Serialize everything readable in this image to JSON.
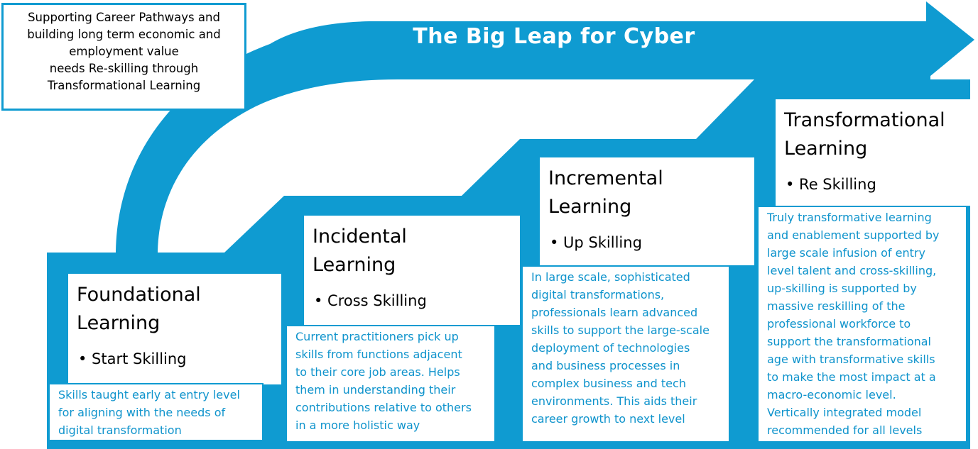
{
  "banner": {
    "title": "The Big Leap for Cyber"
  },
  "callout": {
    "lines": [
      "Supporting Career Pathways and",
      "building long term economic and",
      "employment value",
      "needs Re-skilling through",
      "Transformational Learning"
    ]
  },
  "stages": [
    {
      "title_lines": [
        "Foundational",
        "Learning"
      ],
      "bullet": "• Start Skilling",
      "desc_lines": [
        "Skills taught early at entry level",
        "for aligning with the needs of",
        "digital transformation"
      ]
    },
    {
      "title_lines": [
        "Incidental",
        "Learning"
      ],
      "bullet": "• Cross Skilling",
      "desc_lines": [
        "Current practitioners pick up",
        "skills from functions adjacent",
        "to their core job areas.  Helps",
        "them in understanding their",
        "contributions relative to others",
        "in a more holistic way"
      ]
    },
    {
      "title_lines": [
        "Incremental",
        "Learning"
      ],
      "bullet": "• Up Skilling",
      "desc_lines": [
        "In large scale, sophisticated",
        "digital transformations,",
        "professionals learn advanced",
        "skills to support the large-scale",
        "deployment of technologies",
        "and business processes in",
        "complex business and tech",
        "environments.  This aids their",
        "career growth to next level"
      ]
    },
    {
      "title_lines": [
        "Transformational",
        "Learning"
      ],
      "bullet": "• Re Skilling",
      "desc_lines": [
        "Truly transformative learning",
        "and enablement supported by",
        "large scale infusion of entry",
        "level talent and cross-skilling,",
        "up-skilling is supported by",
        "massive reskilling of the",
        "professional workforce to",
        "support the transformational",
        "age with transformative skills",
        "to make the most impact at a",
        "macro-economic level.",
        "Vertically integrated model",
        "recommended for all levels"
      ]
    }
  ],
  "colors": {
    "primary": "#0f9bd1",
    "text_blue": "#0e93cc"
  }
}
